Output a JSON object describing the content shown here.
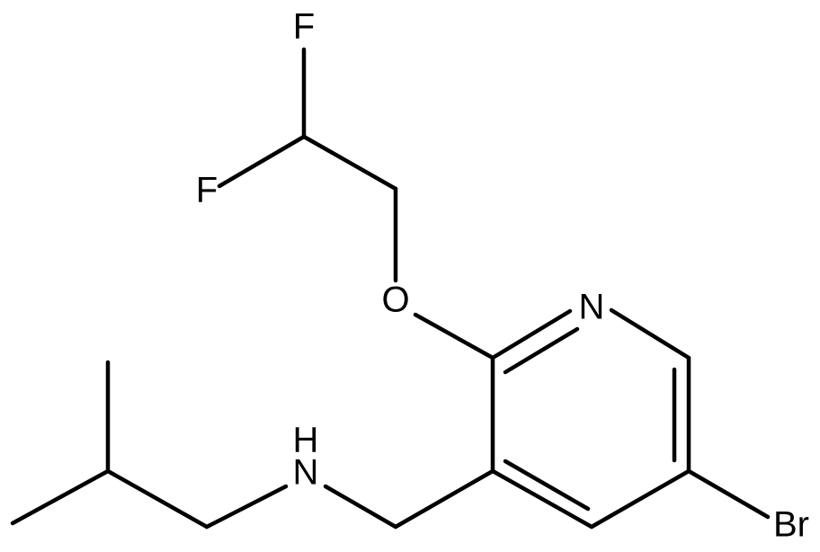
{
  "atoms": {
    "F1": "F",
    "F2": "F",
    "O": "O",
    "N": "N",
    "NH_N": "N",
    "NH_H": "H",
    "Br": "Br"
  }
}
